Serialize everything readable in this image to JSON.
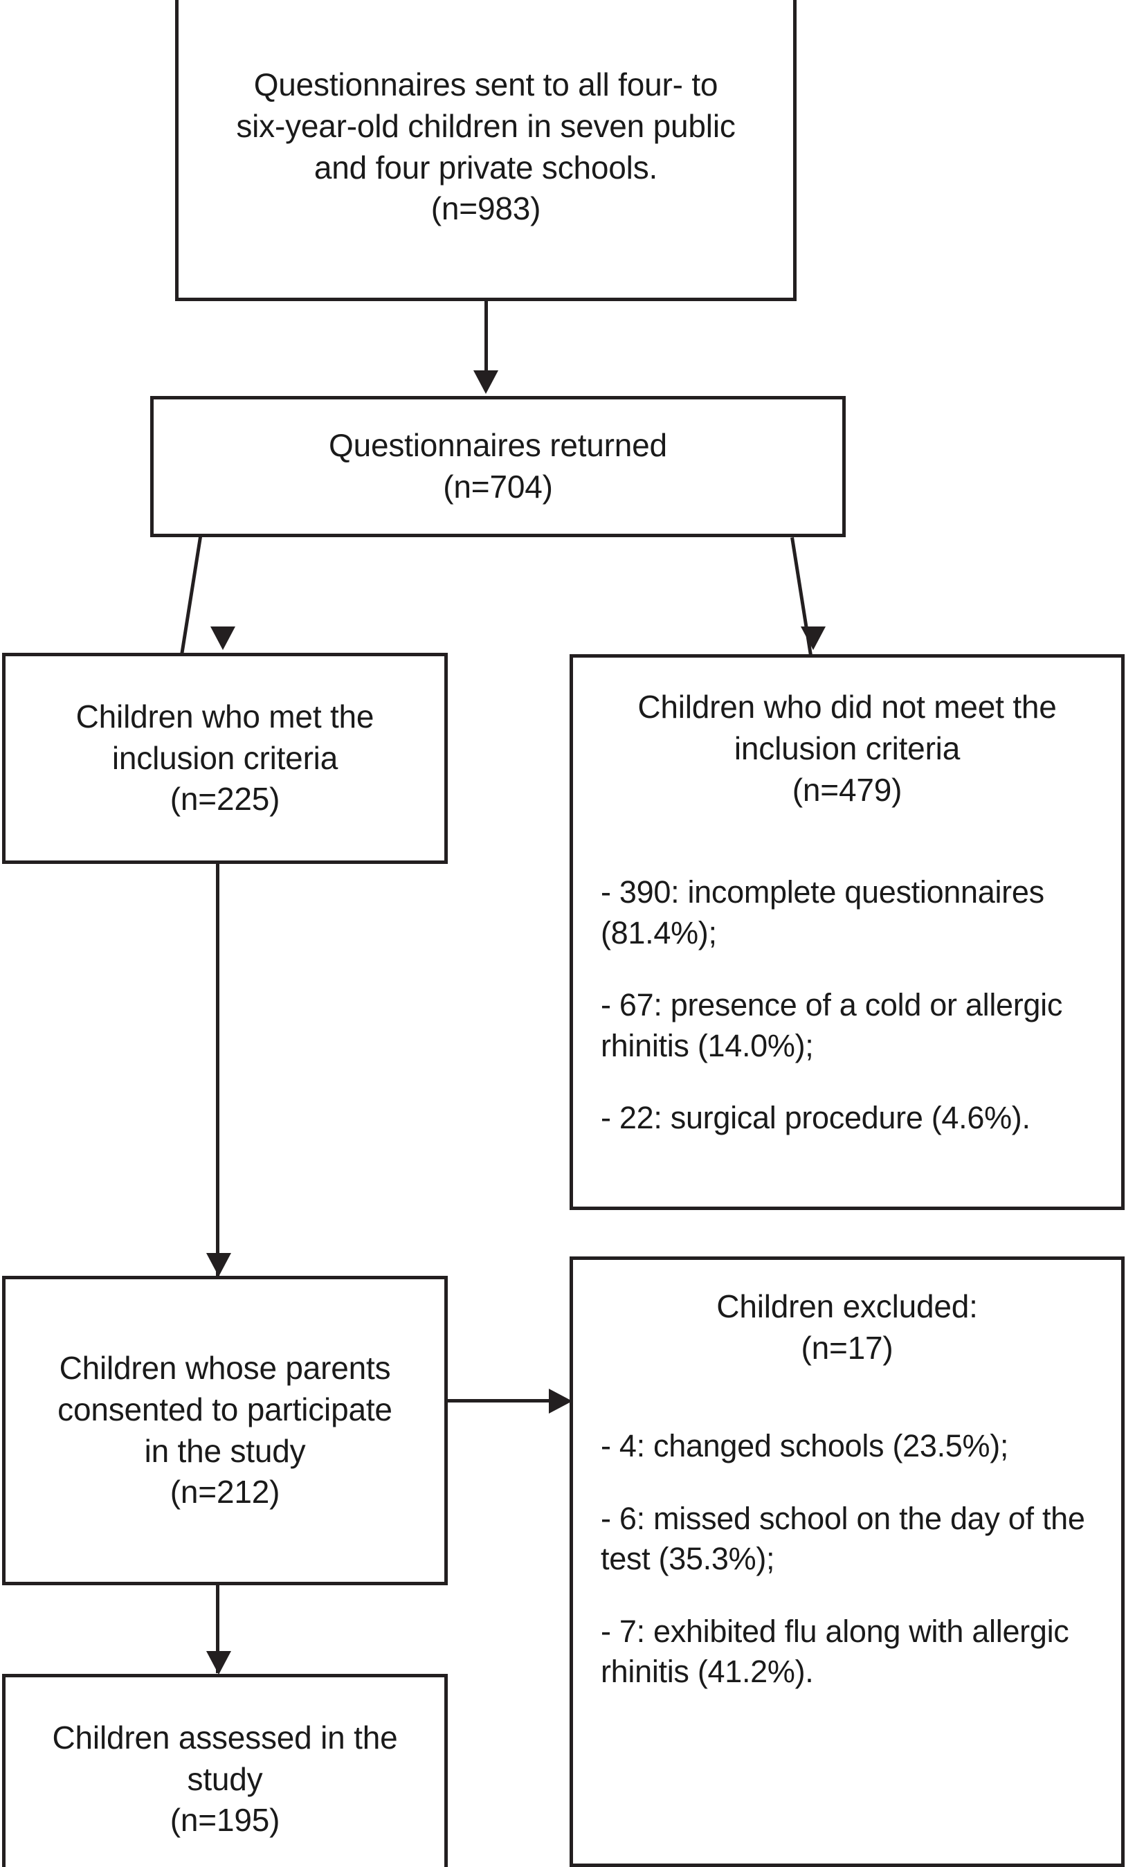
{
  "figure": {
    "type": "flowchart",
    "orientation": "vertical",
    "accent_color": "#231f20",
    "background_color": "#ffffff"
  },
  "nodes": {
    "sent": {
      "id": "questionnaires-sent",
      "lines": [
        "Questionnaires sent to all four- to",
        "six-year-old children in seven public",
        "and four private schools.",
        "(n=983)"
      ],
      "count": "(n=983)"
    },
    "returned": {
      "id": "questionnaires-returned",
      "lines": [
        "Questionnaires returned",
        "(n=704)"
      ],
      "count": "(n=704)"
    },
    "met": {
      "id": "met-inclusion-criteria",
      "lines": [
        "Children who met the",
        "inclusion criteria",
        "(n=225)"
      ],
      "count": "(n=225)"
    },
    "notmet": {
      "id": "did-not-meet-inclusion-criteria",
      "lines": [
        "Children who did not meet the",
        "inclusion criteria",
        "(n=479)"
      ],
      "count": "(n=479)",
      "bullets": [
        "-  390: incomplete questionnaires (81.4%);",
        "- 67: presence of a cold or allergic rhinitis (14.0%);",
        "- 22: surgical procedure (4.6%)."
      ]
    },
    "consented": {
      "id": "parents-consented",
      "lines": [
        "Children whose parents",
        "consented to participate",
        "in the study",
        "(n=212)"
      ],
      "count": "(n=212)"
    },
    "excluded": {
      "id": "children-excluded",
      "lines": [
        "Children excluded:",
        "(n=17)"
      ],
      "count": "(n=17)",
      "bullets": [
        "- 4: changed schools (23.5%);",
        "- 6: missed school on the day of the test (35.3%);",
        "- 7: exhibited flu along with allergic rhinitis (41.2%)."
      ]
    },
    "assessed": {
      "id": "children-assessed",
      "lines": [
        "Children assessed in the",
        "study",
        "(n=195)"
      ],
      "count": "(n=195)"
    }
  },
  "edges": [
    {
      "from": "questionnaires-sent",
      "to": "questionnaires-returned",
      "style": "arrow-down"
    },
    {
      "from": "questionnaires-returned",
      "to": "met-inclusion-criteria",
      "style": "arrow-down-left"
    },
    {
      "from": "questionnaires-returned",
      "to": "did-not-meet-inclusion-criteria",
      "style": "arrow-down-right"
    },
    {
      "from": "met-inclusion-criteria",
      "to": "parents-consented",
      "style": "arrow-down"
    },
    {
      "from": "parents-consented",
      "to": "children-excluded",
      "style": "arrow-right"
    },
    {
      "from": "parents-consented",
      "to": "children-assessed",
      "style": "arrow-down"
    }
  ]
}
